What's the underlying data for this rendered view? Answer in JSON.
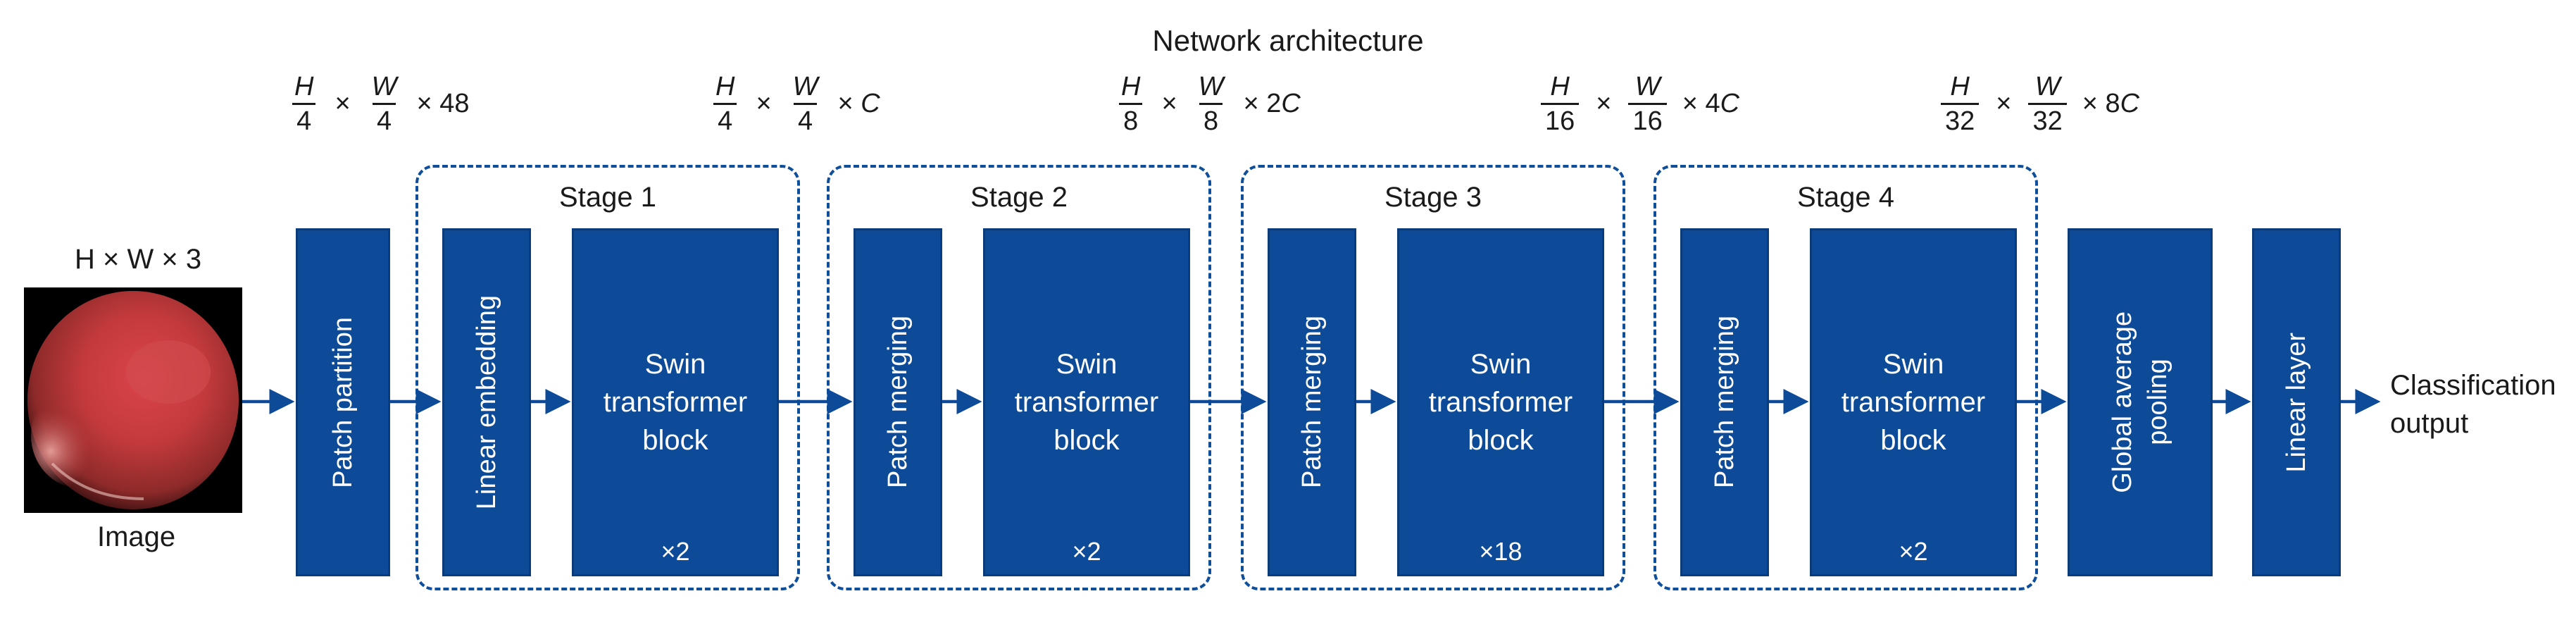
{
  "title": "Network architecture",
  "input": {
    "dims": "H × W × 3",
    "caption": "Image"
  },
  "dims_labels": [
    {
      "num1": "H",
      "den1": "4",
      "num2": "W",
      "den2": "4",
      "times": "×",
      "tail": "× 48"
    },
    {
      "num1": "H",
      "den1": "4",
      "num2": "W",
      "den2": "4",
      "times": "×",
      "tail_pre": "× ",
      "tail_var": "C"
    },
    {
      "num1": "H",
      "den1": "8",
      "num2": "W",
      "den2": "8",
      "times": "×",
      "tail_pre": "× 2",
      "tail_var": "C"
    },
    {
      "num1": "H",
      "den1": "16",
      "num2": "W",
      "den2": "16",
      "times": "×",
      "tail_pre": "× 4",
      "tail_var": "C"
    },
    {
      "num1": "H",
      "den1": "32",
      "num2": "W",
      "den2": "32",
      "times": "×",
      "tail_pre": "× 8",
      "tail_var": "C"
    }
  ],
  "stages": [
    {
      "label": "Stage 1",
      "first_block": "Linear embedding",
      "repeat": "×2"
    },
    {
      "label": "Stage 2",
      "first_block": "Patch merging",
      "repeat": "×2"
    },
    {
      "label": "Stage 3",
      "first_block": "Patch merging",
      "repeat": "×18"
    },
    {
      "label": "Stage 4",
      "first_block": "Patch merging",
      "repeat": "×2"
    }
  ],
  "swin_block": {
    "line1": "Swin",
    "line2": "transformer",
    "line3": "block"
  },
  "patch_partition": "Patch partition",
  "pooling": {
    "line1": "Global average",
    "line2": "pooling"
  },
  "linear_layer": "Linear layer",
  "output": {
    "line1": "Classification",
    "line2": "output"
  },
  "colors": {
    "block": "#0d4a97",
    "arrow": "#0d4a97",
    "stage_border": "#0f4e9a"
  }
}
